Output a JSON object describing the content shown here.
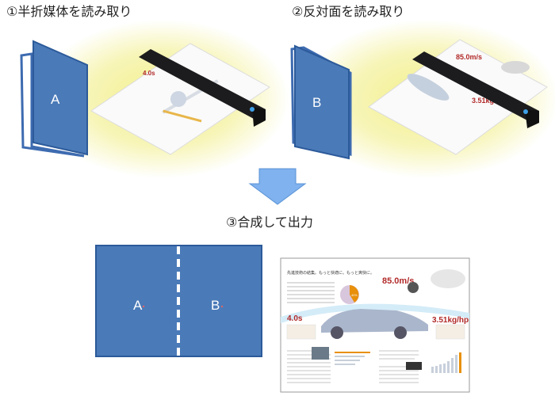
{
  "steps": {
    "step1": "①半折媒体を読み取り",
    "step2": "②反対面を読み取り",
    "step3": "③合成して出力"
  },
  "sides": {
    "a": "A",
    "b": "B"
  },
  "brochure": {
    "headline": "先進技術の結集。もっと快適に。もっと爽快に。",
    "stat1": "85.0m/s",
    "stat2": "4.0s",
    "stat3": "3.51kg/hp",
    "pie_label": "40%"
  },
  "colors": {
    "panel_blue": "#4a7ab8",
    "arrow_blue": "#7fb2ee",
    "glow_yellow": "#f6f3a8",
    "accent_red": "#b22a2a",
    "accent_orange": "#e8900a"
  }
}
